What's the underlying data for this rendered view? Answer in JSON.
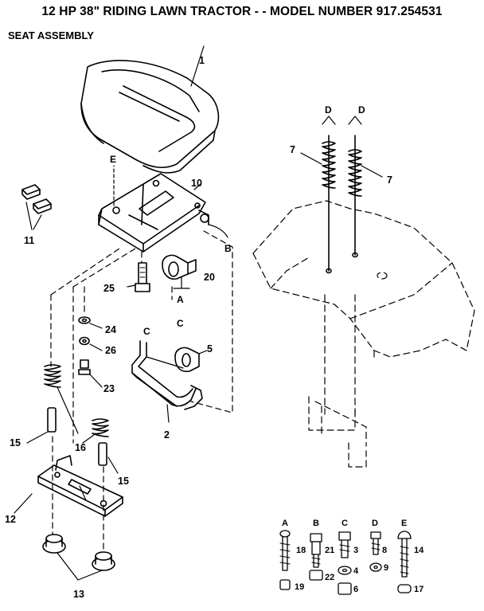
{
  "title": "12 HP 38\" RIDING LAWN TRACTOR - - MODEL NUMBER 917.254531",
  "subtitle": "SEAT ASSEMBLY",
  "callouts": {
    "seat": "1",
    "seat_pan": "10",
    "bumpers": "11",
    "pivot_bolt": "25",
    "clamp_20": "20",
    "washer_24": "24",
    "washer_26": "26",
    "nut_23": "23",
    "clamp_5": "5",
    "bracket": "2",
    "springs_7_left": "7",
    "springs_7_right": "7",
    "pin_15_left": "15",
    "spring_16": "16",
    "pin_15_right": "15",
    "slide_plate": "12",
    "bushings": "13"
  },
  "connection_letters": {
    "seat_e": "E",
    "pan_b": "B",
    "clamp_a": "A",
    "bracket_c_left": "C",
    "bracket_c_right": "C",
    "spring_d_left": "D",
    "spring_d_right": "D"
  },
  "hardware": [
    {
      "letter": "A",
      "top": "18",
      "bottom": "19"
    },
    {
      "letter": "B",
      "top": "21",
      "bottom": "22"
    },
    {
      "letter": "C",
      "top": "3",
      "middle": "4",
      "bottom": "6"
    },
    {
      "letter": "D",
      "top": "8",
      "middle": "9"
    },
    {
      "letter": "E",
      "top": "14",
      "bottom": "17"
    }
  ]
}
